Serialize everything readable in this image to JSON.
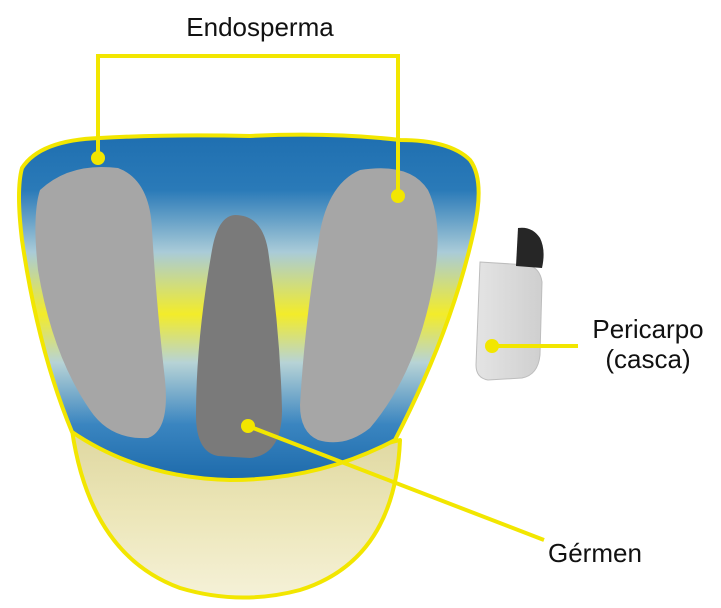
{
  "labels": {
    "endosperm": "Endosperma",
    "pericarp_line1": "Pericarpo",
    "pericarp_line2": "(casca)",
    "germ": "Gérmen"
  },
  "colors": {
    "outline": "#f2e600",
    "endosperm_blue": "#1f6fb0",
    "endosperm_light_blue": "#7fb3d5",
    "endosperm_yellow": "#f3ec2a",
    "endosperm_gray": "#a6a6a6",
    "germ_gray": "#7a7a7a",
    "tip_cream": "#ece6b0",
    "pericarp_gray": "#d9d9d9",
    "pericarp_dark": "#2a2a2a"
  }
}
